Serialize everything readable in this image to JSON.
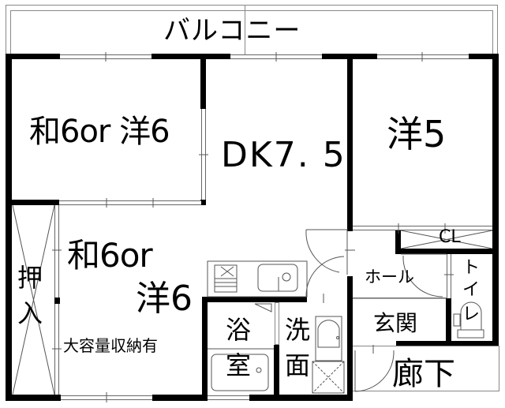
{
  "floorplan": {
    "balcony": {
      "label": "バルコニー"
    },
    "rooms": [
      {
        "id": "west-room-north",
        "label": "和6or 洋6"
      },
      {
        "id": "dining-kitchen",
        "label": "DK7. 5"
      },
      {
        "id": "east-room",
        "label": "洋5"
      },
      {
        "id": "west-room-south",
        "label_line1": "和6or",
        "label_line2": "洋6",
        "note": "大容量収納有"
      },
      {
        "id": "oshiire",
        "label_line1": "押",
        "label_line2": "入"
      },
      {
        "id": "closet",
        "label": "CL"
      },
      {
        "id": "hall",
        "label": "ホール"
      },
      {
        "id": "toilet",
        "label_line1": "ト",
        "label_line2": "イ",
        "label_line3": "レ"
      },
      {
        "id": "bathroom",
        "label_line1": "浴",
        "label_line2": "室"
      },
      {
        "id": "washroom",
        "label_line1": "洗",
        "label_line2": "面"
      },
      {
        "id": "entrance",
        "label": "玄関"
      },
      {
        "id": "corridor",
        "label": "廊下"
      }
    ],
    "colors": {
      "wall": "#000000",
      "line": "#666666",
      "background": "#ffffff"
    }
  }
}
